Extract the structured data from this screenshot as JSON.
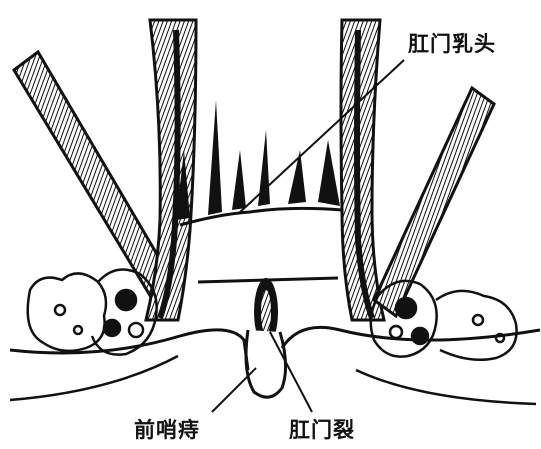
{
  "labels": {
    "anal_papilla": "肛门乳头",
    "sentinel_pile": "前哨痔",
    "anal_fissure": "肛门裂"
  }
}
